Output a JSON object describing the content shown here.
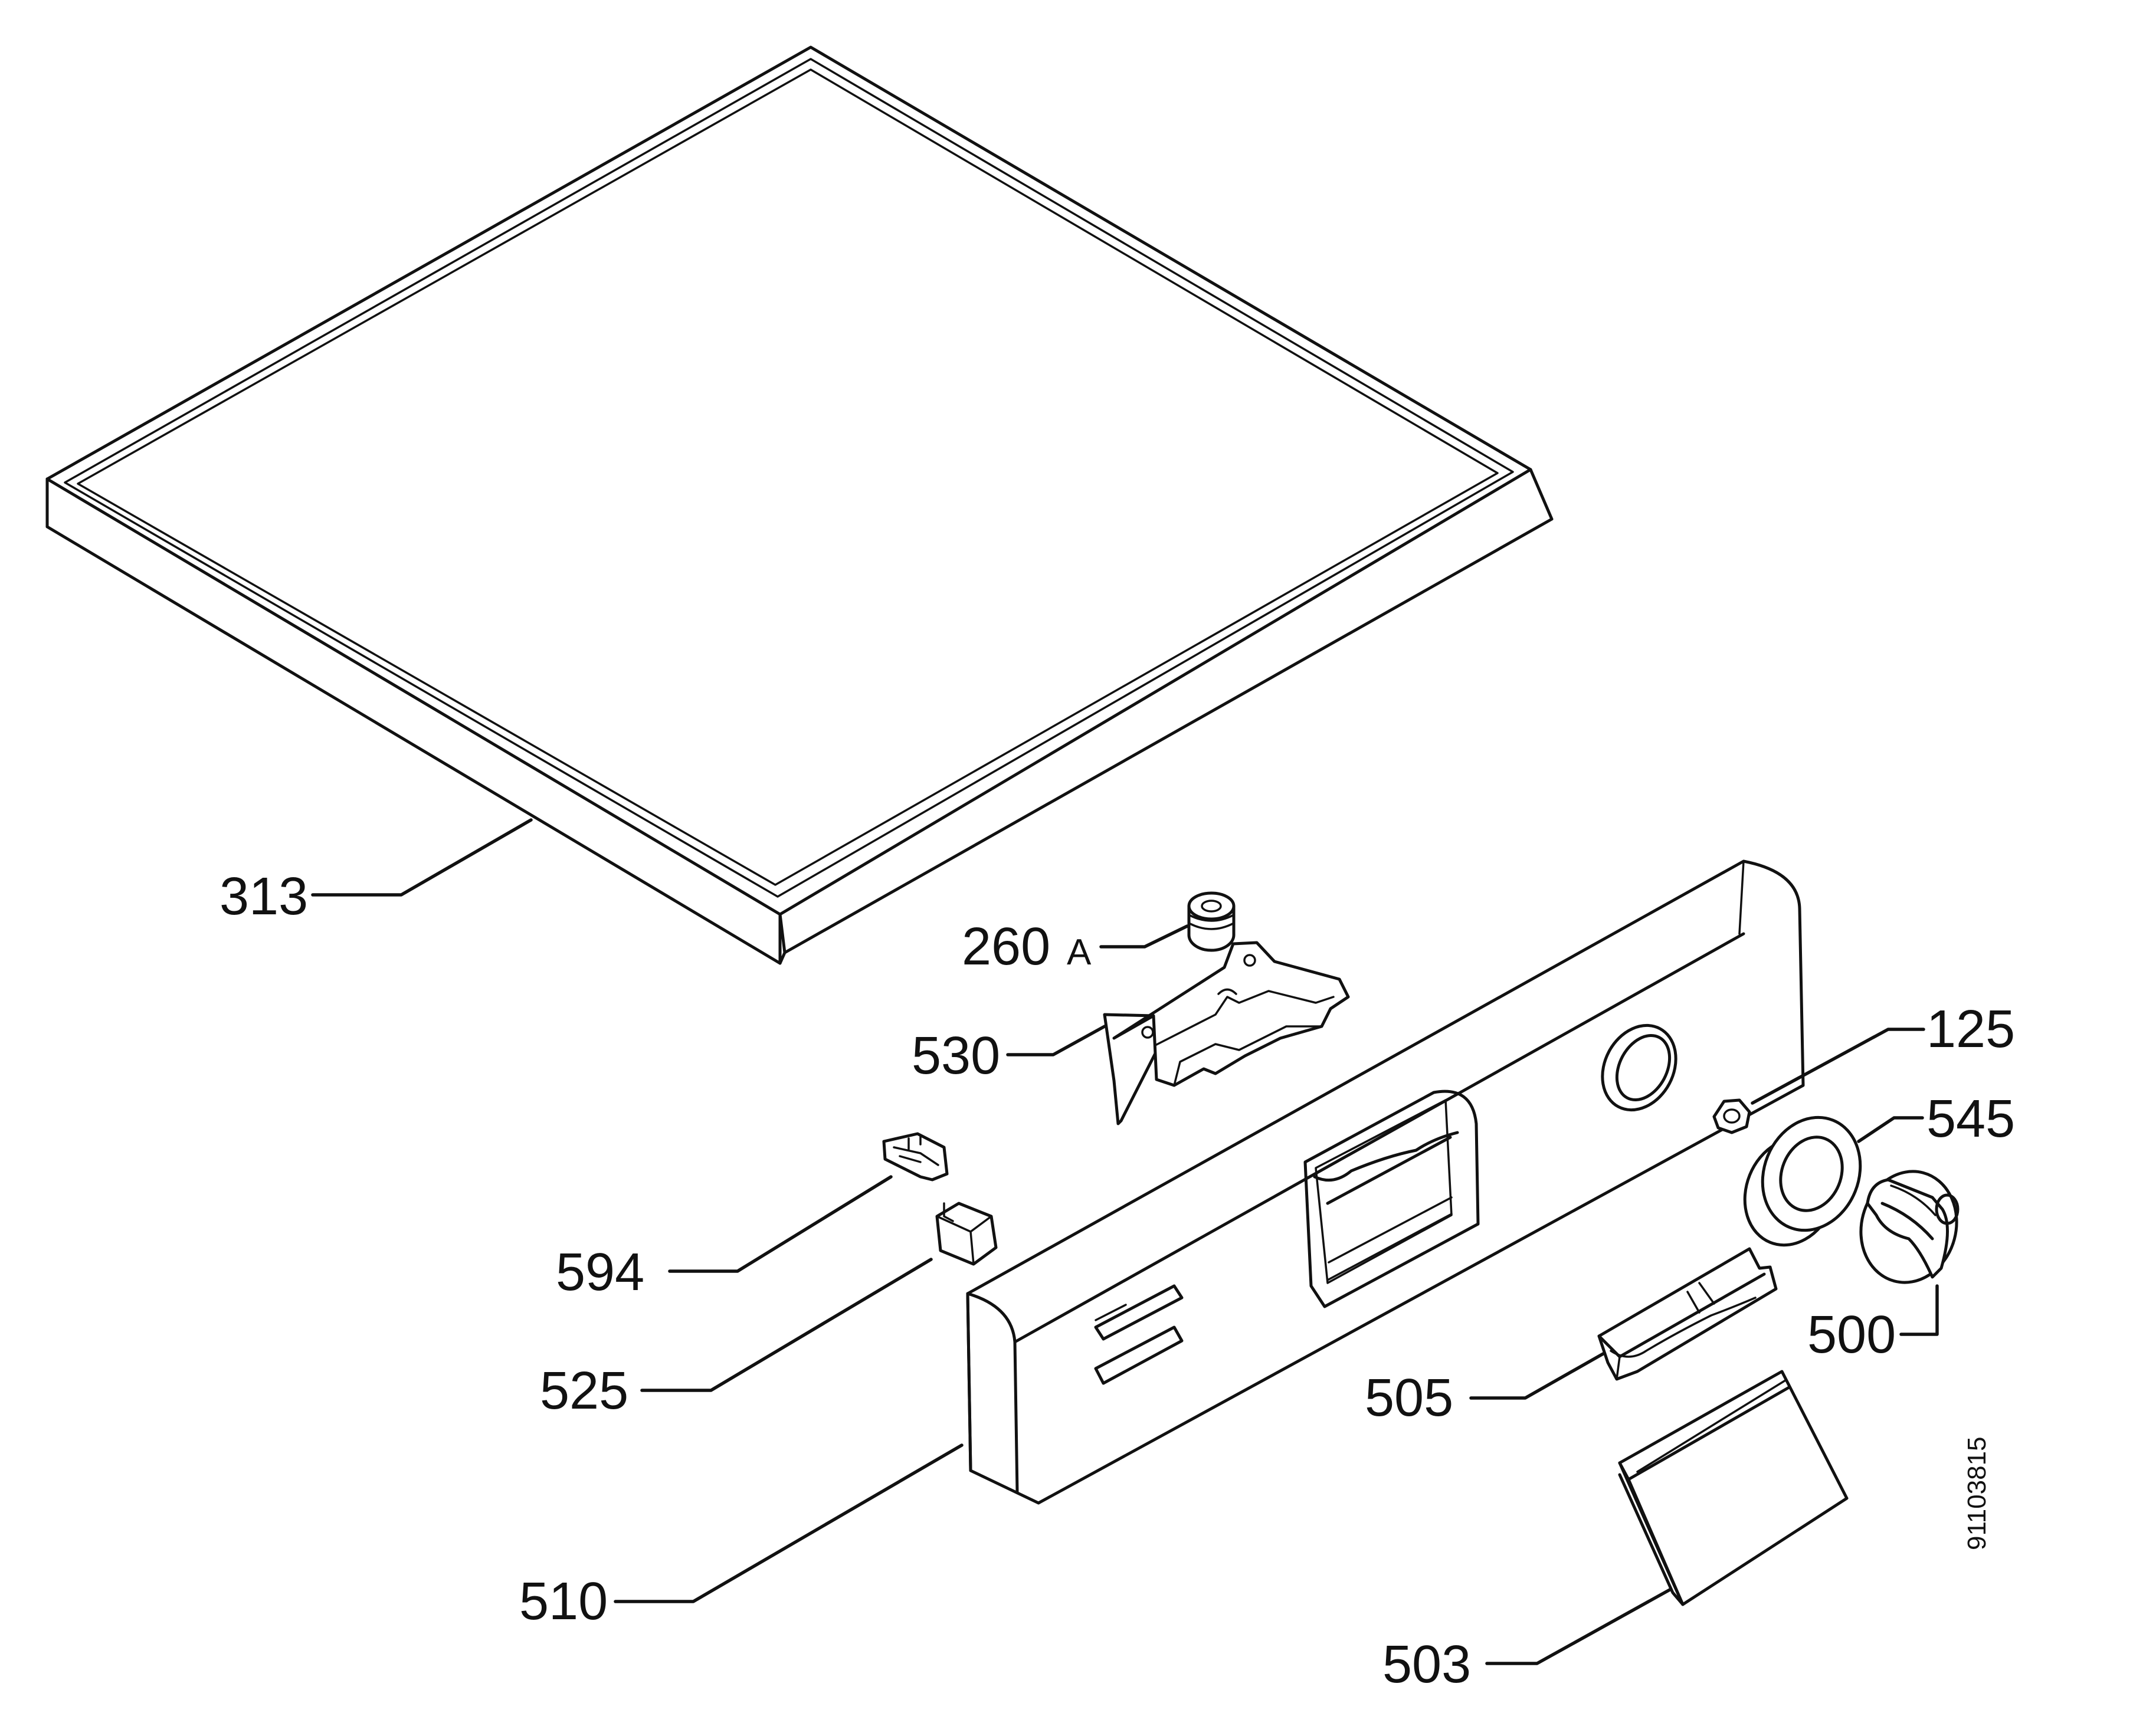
{
  "diagram": {
    "callouts": [
      {
        "id": "313",
        "label": "313"
      },
      {
        "id": "260A",
        "label": "260",
        "suffix": "A"
      },
      {
        "id": "530",
        "label": "530"
      },
      {
        "id": "125",
        "label": "125"
      },
      {
        "id": "545",
        "label": "545"
      },
      {
        "id": "594",
        "label": "594"
      },
      {
        "id": "500",
        "label": "500"
      },
      {
        "id": "525",
        "label": "525"
      },
      {
        "id": "505",
        "label": "505"
      },
      {
        "id": "510",
        "label": "510"
      },
      {
        "id": "503",
        "label": "503"
      }
    ],
    "drawing_code": "91103815"
  }
}
